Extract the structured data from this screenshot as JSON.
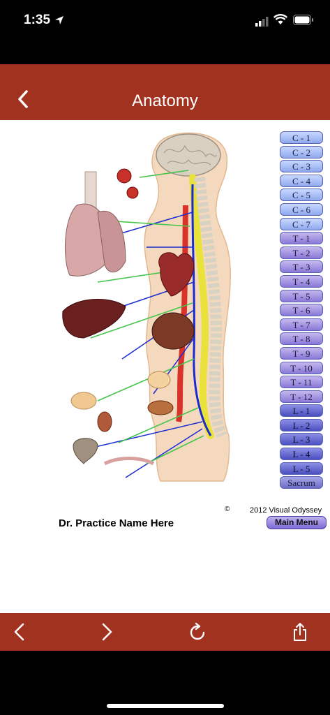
{
  "status": {
    "time": "1:35"
  },
  "nav": {
    "title": "Anatomy"
  },
  "segments": {
    "cervical": [
      "C - 1",
      "C - 2",
      "C - 3",
      "C - 4",
      "C - 5",
      "C - 6",
      "C - 7"
    ],
    "thoracic": [
      "T - 1",
      "T - 2",
      "T - 3",
      "T - 4",
      "T - 5",
      "T - 6",
      "T - 7",
      "T - 8",
      "T - 9",
      "T - 10",
      "T - 11",
      "T - 12"
    ],
    "lumbar": [
      "L - 1",
      "L - 2",
      "L - 3",
      "L - 4",
      "L - 5"
    ],
    "sacrum": "Sacrum"
  },
  "footer": {
    "copyright_symbol": "©",
    "company": "2012 Visual Odyssey",
    "practice": "Dr. Practice Name Here",
    "main_menu": "Main Menu"
  },
  "colors": {
    "accent": "#a23220",
    "nerve_blue": "#1a2bd0",
    "nerve_green": "#45c44a",
    "spine_yellow": "#e8e23a"
  }
}
